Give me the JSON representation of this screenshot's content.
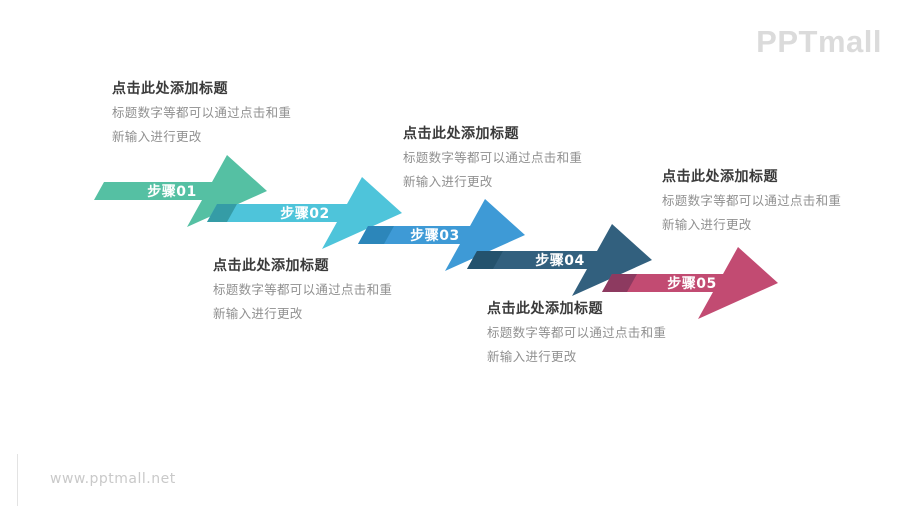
{
  "logo": {
    "text": "PPTmall"
  },
  "watermark": {
    "text": "www.pptmall.net"
  },
  "colors": {
    "background": "#FFFFFF",
    "title_text": "#3A3A3A",
    "body_text": "#909090",
    "step_label": "#FFFFFF",
    "logo_text": "#DBDBDB",
    "watermark_text": "#C9C9C9"
  },
  "steps": [
    {
      "label": "步骤01",
      "color": "#55C0A3"
    },
    {
      "label": "步骤02",
      "color": "#4EC4DA",
      "fold_color": "#359CA6"
    },
    {
      "label": "步骤03",
      "color": "#3E9AD6",
      "fold_color": "#2C86BA"
    },
    {
      "label": "步骤04",
      "color": "#32607E",
      "fold_color": "#24526D"
    },
    {
      "label": "步骤05",
      "color": "#C24B72",
      "fold_color": "#8D3A60"
    }
  ],
  "text_blocks": [
    {
      "title": "点击此处添加标题",
      "line1": "标题数字等都可以通过点击和重",
      "line2": "新输入进行更改"
    },
    {
      "title": "点击此处添加标题",
      "line1": "标题数字等都可以通过点击和重",
      "line2": "新输入进行更改"
    },
    {
      "title": "点击此处添加标题",
      "line1": "标题数字等都可以通过点击和重",
      "line2": "新输入进行更改"
    },
    {
      "title": "点击此处添加标题",
      "line1": "标题数字等都可以通过点击和重",
      "line2": "新输入进行更改"
    },
    {
      "title": "点击此处添加标题",
      "line1": "标题数字等都可以通过点击和重",
      "line2": "新输入进行更改"
    }
  ]
}
